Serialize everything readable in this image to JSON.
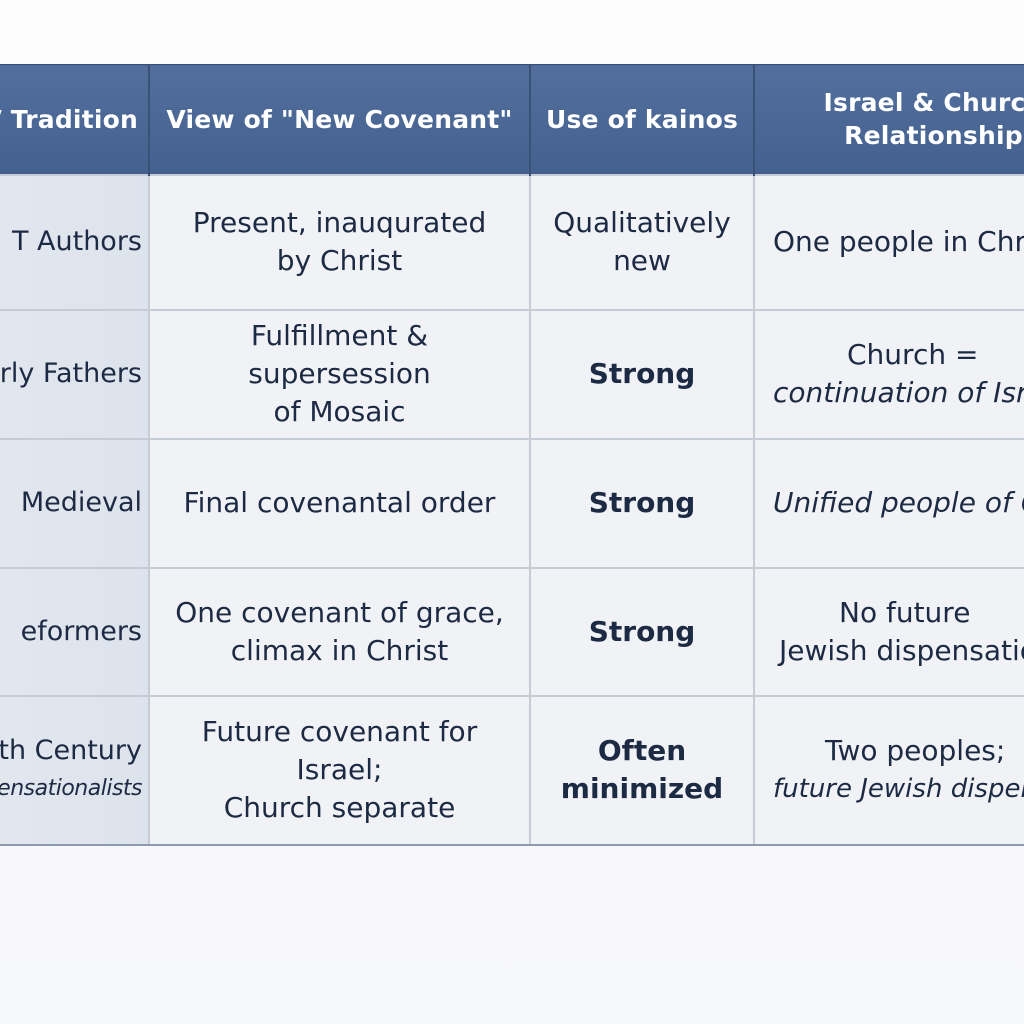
{
  "table": {
    "headers": [
      "a / Tradition",
      "View of \"New Covenant\"",
      "Use of kainos",
      "Israel & Church Relationship"
    ],
    "rows": [
      {
        "era": [
          "T Authors"
        ],
        "view": [
          "Present, inauqurated",
          "by Christ"
        ],
        "kainos": [
          "Qualitatively",
          "new"
        ],
        "relationship": [
          "One people in Christ"
        ]
      },
      {
        "era": [
          "rly Fathers"
        ],
        "view": [
          "Fulfillment & supersession",
          "of Mosaic"
        ],
        "kainos": [
          "Strong"
        ],
        "relationship": [
          "Church =",
          "continuation of Israe"
        ]
      },
      {
        "era": [
          "Medieval"
        ],
        "view": [
          "Final covenantal order"
        ],
        "kainos": [
          "Strong"
        ],
        "relationship": [
          "Unified people of Goc"
        ]
      },
      {
        "era": [
          "eformers"
        ],
        "view": [
          "One covenant of grace,",
          "climax in Christ"
        ],
        "kainos": [
          "Strong"
        ],
        "relationship": [
          "No future",
          "Jewish dispensation"
        ]
      },
      {
        "era": [
          "th Century",
          "pensationalists"
        ],
        "view": [
          "Future covenant for Israel;",
          "Church separate"
        ],
        "kainos": [
          "Often",
          "minimized"
        ],
        "relationship": [
          "Two peoples;",
          "future Jewish dispensat"
        ]
      }
    ]
  }
}
